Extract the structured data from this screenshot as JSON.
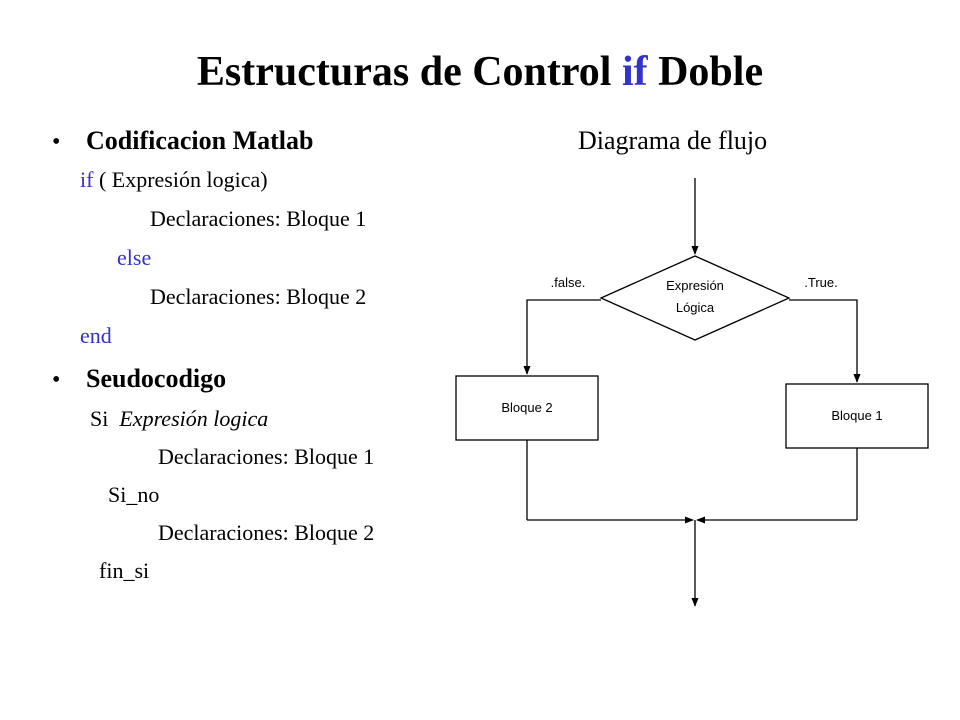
{
  "title": {
    "pre": "Estructuras de Control",
    "keyword": "if",
    "post": "Doble"
  },
  "left": {
    "bullet1": "Codificacion Matlab",
    "bullet_symbol": "•",
    "matlab": {
      "if_keyword": "if",
      "if_condition": "( Expresión logica)",
      "block1": "Declaraciones: Bloque 1",
      "else_keyword": "else",
      "block2": "Declaraciones: Bloque 2",
      "end_keyword": "end"
    },
    "bullet2": "Seudocodigo",
    "pseudo": {
      "si": "Si",
      "condition": "Expresión logica",
      "block1": "Declaraciones: Bloque 1",
      "si_no": "Si_no",
      "block2": "Declaraciones: Bloque 2",
      "fin_si": "fin_si"
    }
  },
  "diagram": {
    "heading": "Diagrama de flujo",
    "decision_line1": "Expresión",
    "decision_line2": "Lógica",
    "false_label": ".false.",
    "true_label": ".True.",
    "block2_label": "Bloque 2",
    "block1_label": "Bloque 1"
  },
  "colors": {
    "keyword": "#3333cc",
    "text": "#000000",
    "background": "#ffffff"
  }
}
